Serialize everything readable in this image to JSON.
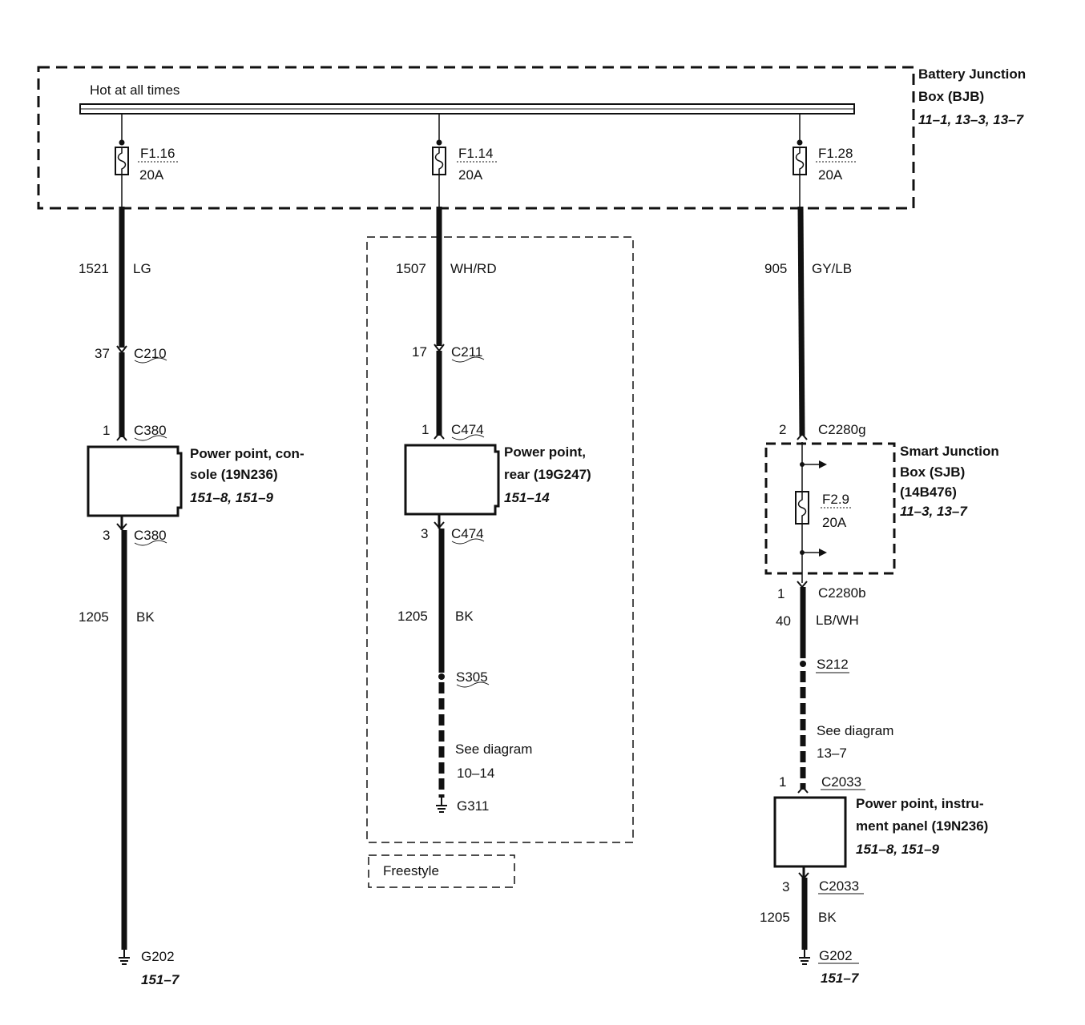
{
  "bjb": {
    "hot_label": "Hot at all times",
    "title_line1": "Battery Junction",
    "title_line2": "Box (BJB)",
    "refs": "11–1, 13–3, 13–7"
  },
  "circuits": {
    "console": {
      "fuse_id": "F1.16",
      "fuse_rating": "20A",
      "wire_num": "1521",
      "wire_color": "LG",
      "conn1_pin": "37",
      "conn1_id": "C210",
      "conn2_pin": "1",
      "conn2_id": "C380",
      "device_line1": "Power point, con-",
      "device_line2": "sole (19N236)",
      "device_refs": "151–8, 151–9",
      "conn3_pin": "3",
      "conn3_id": "C380",
      "gnd_wire_num": "1205",
      "gnd_wire_color": "BK",
      "ground_id": "G202",
      "ground_ref": "151–7"
    },
    "rear": {
      "fuse_id": "F1.14",
      "fuse_rating": "20A",
      "wire_num": "1507",
      "wire_color": "WH/RD",
      "conn1_pin": "17",
      "conn1_id": "C211",
      "conn2_pin": "1",
      "conn2_id": "C474",
      "device_line1": "Power point,",
      "device_line2": "rear (19G247)",
      "device_refs": "151–14",
      "conn3_pin": "3",
      "conn3_id": "C474",
      "gnd_wire_num": "1205",
      "gnd_wire_color": "BK",
      "splice_id": "S305",
      "see_line1": "See diagram",
      "see_line2": "10–14",
      "ground_id": "G311",
      "option_label": "Freestyle"
    },
    "instrument": {
      "fuse_id": "F1.28",
      "fuse_rating": "20A",
      "wire_num": "905",
      "wire_color": "GY/LB",
      "sjb_in_pin": "2",
      "sjb_in_id": "C2280g",
      "sjb_line1": "Smart Junction",
      "sjb_line2": "Box (SJB)",
      "sjb_line3": "(14B476)",
      "sjb_refs": "11–3, 13–7",
      "sjb_fuse_id": "F2.9",
      "sjb_fuse_rating": "20A",
      "sjb_out_pin": "1",
      "sjb_out_id": "C2280b",
      "wire2_num": "40",
      "wire2_color": "LB/WH",
      "splice_id": "S212",
      "see_line1": "See diagram",
      "see_line2": "13–7",
      "conn_in_pin": "1",
      "conn_in_id": "C2033",
      "device_line1": "Power point, instru-",
      "device_line2": "ment panel (19N236)",
      "device_refs": "151–8, 151–9",
      "conn_out_pin": "3",
      "conn_out_id": "C2033",
      "gnd_wire_num": "1205",
      "gnd_wire_color": "BK",
      "ground_id": "G202",
      "ground_ref": "151–7"
    }
  }
}
